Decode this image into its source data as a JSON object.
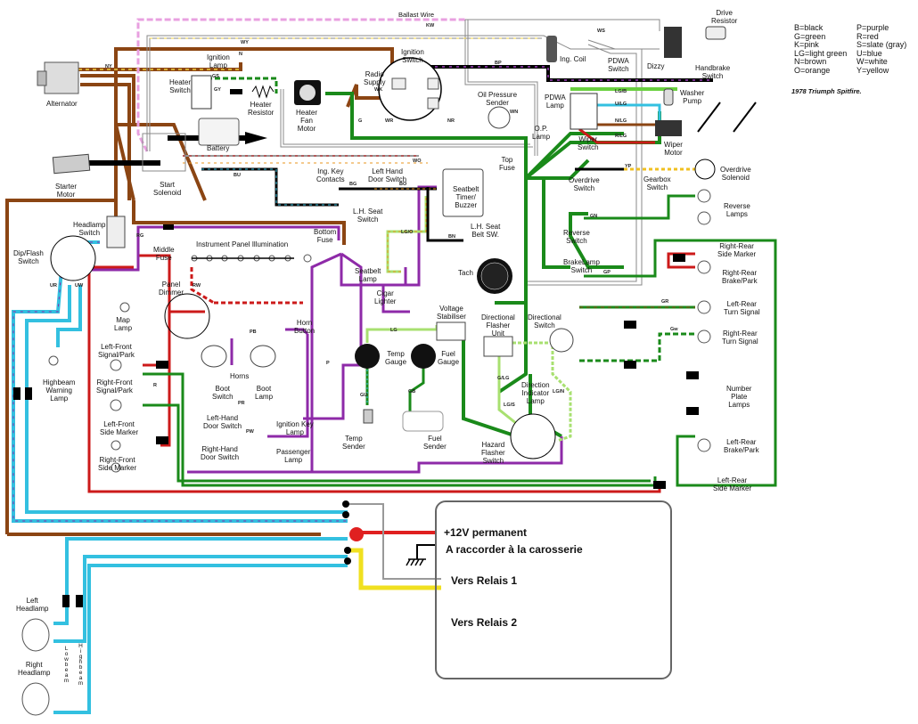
{
  "title": "1978 Triumph Spitfire.",
  "legend": [
    {
      "code": "B",
      "color": "black",
      "hex": "#000000"
    },
    {
      "code": "G",
      "color": "green",
      "hex": "#1a8a1a"
    },
    {
      "code": "K",
      "color": "pink",
      "hex": "#e8a0e0"
    },
    {
      "code": "LG",
      "color": "light green",
      "hex": "#a8e070"
    },
    {
      "code": "N",
      "color": "brown",
      "hex": "#8b4513"
    },
    {
      "code": "O",
      "color": "orange",
      "hex": "#e8961e"
    },
    {
      "code": "P",
      "color": "purple",
      "hex": "#8e2aa8"
    },
    {
      "code": "R",
      "color": "red",
      "hex": "#cc1a1a"
    },
    {
      "code": "S",
      "color": "slate (gray)",
      "hex": "#a0a0a0"
    },
    {
      "code": "U",
      "color": "blue",
      "hex": "#33c0e0"
    },
    {
      "code": "W",
      "color": "white",
      "hex": "#ffffff"
    },
    {
      "code": "Y",
      "color": "yellow",
      "hex": "#f0e020"
    }
  ],
  "legend_text": {
    "left": [
      "B=black",
      "G=green",
      "K=pink",
      "LG=light green",
      "N=brown",
      "O=orange"
    ],
    "right": [
      "P=purple",
      "R=red",
      "S=slate (gray)",
      "U=blue",
      "W=white",
      "Y=yellow"
    ]
  },
  "components": {
    "ballast_wire": "Ballast Wire",
    "drive_resistor": "Drive\nResistor",
    "alternator": "Alternator",
    "ignition_lamp": "Ignition\nLamp",
    "heater_switch": "Heater\nSwitch",
    "heater_resistor": "Heater\nResistor",
    "heater_fan_motor": "Heater\nFan\nMotor",
    "ignition_switch": "Ignition\nSwitch",
    "radio_supply": "Radio\nSupply",
    "ign_coil": "Ing. Coil",
    "pdwa_switch": "PDWA\nSwitch",
    "dizzy": "Dizzy",
    "handbrake_switch": "Handbrake\nSwitch",
    "oil_pressure_sender": "Oil Pressure\nSender",
    "pdwa_lamp": "PDWA\nLamp",
    "washer_pump": "Washer\nPump",
    "op_lamp": "O.P.\nLamp",
    "wiper_switch": "Wiper\nSwitch",
    "wiper_motor": "Wiper\nMotor",
    "battery": "Battery",
    "starter_motor": "Starter\nMotor",
    "start_solenoid": "Start\nSolenoid",
    "top_fuse": "Top\nFuse",
    "ign_key_contacts": "Ing. Key\nContacts",
    "lh_door_switch_top": "Left Hand\nDoor Switch",
    "seatbelt_timer": "Seatbelt\nTimer/\nBuzzer",
    "overdrive_switch": "Overdrive\nSwitch",
    "gearbox_switch": "Gearbox\nSwitch",
    "overdrive_solenoid": "Overdrive\nSolenoid",
    "reverse_lamps": "Reverse\nLamps",
    "headlamp_switch": "Headlamp\nSwitch",
    "dip_flash_switch": "Dip/Flash\nSwitch",
    "middle_fuse": "Middle\nFuse",
    "instrument_panel_illumination": "Instrument Panel Illumination",
    "bottom_fuse": "Bottom\nFuse",
    "lh_seat_switch": "L.H. Seat\nSwitch",
    "lh_seat_belt_sw": "L.H. Seat\nBelt SW.",
    "reverse_switch": "Reverse\nSwitch",
    "brakelamp_switch": "BrakeLamp\nSwitch",
    "rr_side_marker": "Right-Rear\nSide Marker",
    "rr_brake_park": "Right-Rear\nBrake/Park",
    "seatbelt_lamp": "Seatbelt\nLamp",
    "tach": "Tach",
    "panel_dimmer": "Panel\nDimmer",
    "map_lamp": "Map\nLamp",
    "cigar_lighter": "Cigar\nLighter",
    "voltage_stabiliser": "Voltage\nStabiliser",
    "directional_flasher_unit": "Directional\nFlasher\nUnit",
    "directional_switch": "Directional\nSwitch",
    "lr_turn_signal": "Left-Rear\nTurn Signal",
    "rr_turn_signal": "Right-Rear\nTurn Signal",
    "horn_button": "Horn\nButton",
    "horns": "Horns",
    "highbeam_warning_lamp": "Highbeam\nWarning\nLamp",
    "lf_signal_park": "Left-Front\nSignal/Park",
    "rf_signal_park": "Right-Front\nSignal/Park",
    "temp_gauge": "Temp\nGauge",
    "fuel_gauge": "Fuel\nGauge",
    "boot_switch": "Boot\nSwitch",
    "boot_lamp": "Boot\nLamp",
    "direction_indicator_lamp": "Direction\nIndicator\nLamp",
    "number_plate_lamps": "Number\nPlate\nLamps",
    "lf_side_marker": "Left-Front\nSide Marker",
    "lh_door_switch": "Left-Hand\nDoor Switch",
    "ignition_key_lamp": "Ignition Key\nLamp",
    "rh_door_switch": "Right-Hand\nDoor Switch",
    "passenger_lamp": "Passenger\nLamp",
    "rf_side_marker": "Right-Front\nSide Marker",
    "temp_sender": "Temp\nSender",
    "fuel_sender": "Fuel\nSender",
    "hazard_flasher_switch": "Hazard\nFlasher\nSwitch",
    "lr_brake_park": "Left-Rear\nBrake/Park",
    "lr_side_marker": "Left-Rear\nSide Marker",
    "left_headlamp": "Left\nHeadlamp",
    "right_headlamp": "Right\nHeadlamp",
    "lowbeam": "Lowbeam",
    "highbeam": "Highbeam"
  },
  "relay_box": {
    "plus_12v": "+12V permanent",
    "ground": "A raccorder à la carosserie",
    "relay1": "Vers Relais 1",
    "relay2": "Vers Relais 2"
  },
  "wire_codes": [
    "W",
    "KW",
    "WY",
    "WS",
    "NY",
    "N",
    "GS",
    "GY",
    "BP",
    "LG/B",
    "U/LG",
    "N/LG",
    "R/LG",
    "WK",
    "WR",
    "NR",
    "WN",
    "G",
    "WO",
    "BU",
    "BG",
    "BO",
    "YP",
    "GN",
    "GP",
    "RG",
    "UR",
    "UW",
    "LG/O",
    "BN",
    "RW",
    "PB",
    "PR",
    "PW",
    "P",
    "R",
    "LG",
    "GU",
    "GB",
    "LG/N",
    "G/LG",
    "LG/S",
    "GR",
    "Gw"
  ]
}
